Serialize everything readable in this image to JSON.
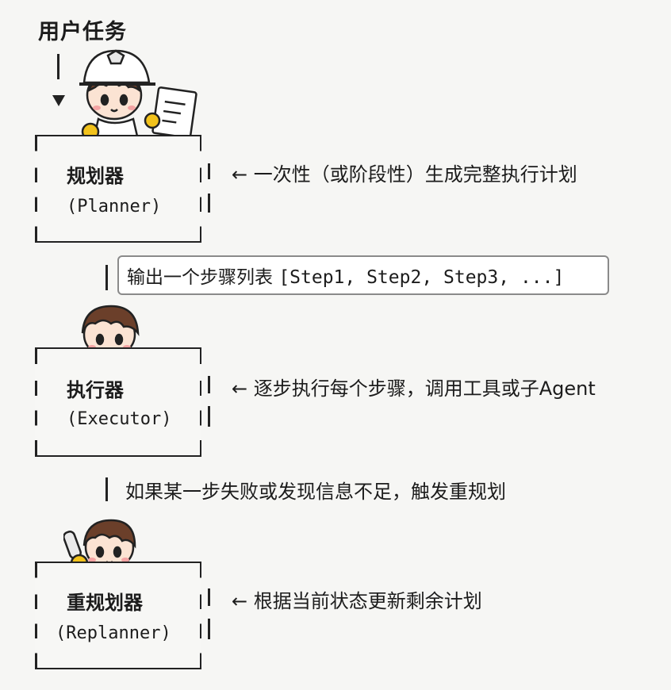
{
  "start_label": "用户任务",
  "nodes": [
    {
      "id": "planner",
      "title": "规划器",
      "subtitle": "(Planner)",
      "note": "← 一次性（或阶段性）生成完整执行计划"
    },
    {
      "id": "executor",
      "title": "执行器",
      "subtitle": "(Executor)",
      "note": "← 逐步执行每个步骤，调用工具或子Agent"
    },
    {
      "id": "replanner",
      "title": "重规划器",
      "subtitle": "(Replanner)",
      "note": "← 根据当前状态更新剩余计划"
    }
  ],
  "edges": {
    "planner_to_executor": {
      "prefix": "输出一个步骤列表 ",
      "code": "[Step1, Step2, Step3, ...]"
    },
    "executor_to_replanner": "如果某一步失败或发现信息不足，触发重规划"
  },
  "colors": {
    "line": "#222222",
    "output_border": "#8a8a8a",
    "background": "#f6f6f4",
    "helmet": "#ffffff",
    "glove": "#f2c21b",
    "hair": "#6b3f2a"
  }
}
